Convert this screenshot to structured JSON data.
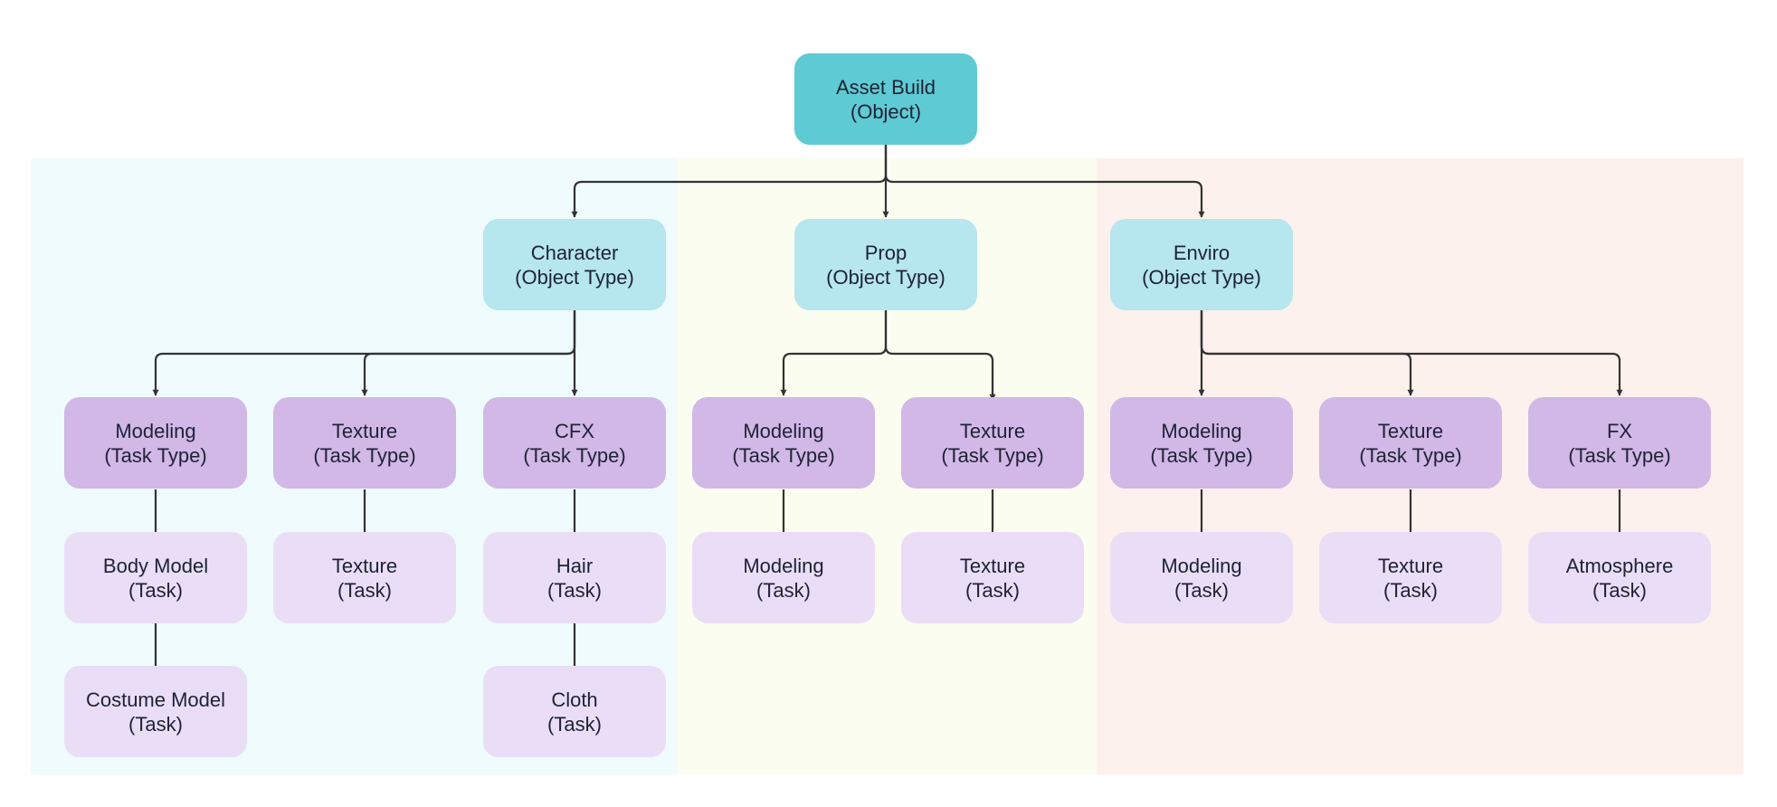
{
  "diagram": {
    "root": {
      "name": "Asset Build",
      "kind": "(Object)"
    },
    "object_types": [
      {
        "name": "Character",
        "kind": "(Object Type)"
      },
      {
        "name": "Prop",
        "kind": "(Object Type)"
      },
      {
        "name": "Enviro",
        "kind": "(Object Type)"
      }
    ],
    "task_types": [
      {
        "name": "Modeling",
        "kind": "(Task Type)"
      },
      {
        "name": "Texture",
        "kind": "(Task Type)"
      },
      {
        "name": "CFX",
        "kind": "(Task Type)"
      },
      {
        "name": "Modeling",
        "kind": "(Task Type)"
      },
      {
        "name": "Texture",
        "kind": "(Task Type)"
      },
      {
        "name": "Modeling",
        "kind": "(Task Type)"
      },
      {
        "name": "Texture",
        "kind": "(Task Type)"
      },
      {
        "name": "FX",
        "kind": "(Task Type)"
      }
    ],
    "tasks": [
      {
        "name": "Body Model",
        "kind": "(Task)"
      },
      {
        "name": "Texture",
        "kind": "(Task)"
      },
      {
        "name": "Hair",
        "kind": "(Task)"
      },
      {
        "name": "Modeling",
        "kind": "(Task)"
      },
      {
        "name": "Texture",
        "kind": "(Task)"
      },
      {
        "name": "Modeling",
        "kind": "(Task)"
      },
      {
        "name": "Texture",
        "kind": "(Task)"
      },
      {
        "name": "Atmosphere",
        "kind": "(Task)"
      },
      {
        "name": "Costume Model",
        "kind": "(Task)"
      },
      {
        "name": "Cloth",
        "kind": "(Task)"
      }
    ]
  },
  "colors": {
    "root": "#5ecad3",
    "object_type": "#b6e6ee",
    "task_type": "#d1b8e6",
    "task": "#e9def6",
    "band_character": "#effbfd",
    "band_prop": "#fbfdf0",
    "band_enviro": "#fdf1ed",
    "connector": "#333333",
    "text": "#1e2236"
  }
}
